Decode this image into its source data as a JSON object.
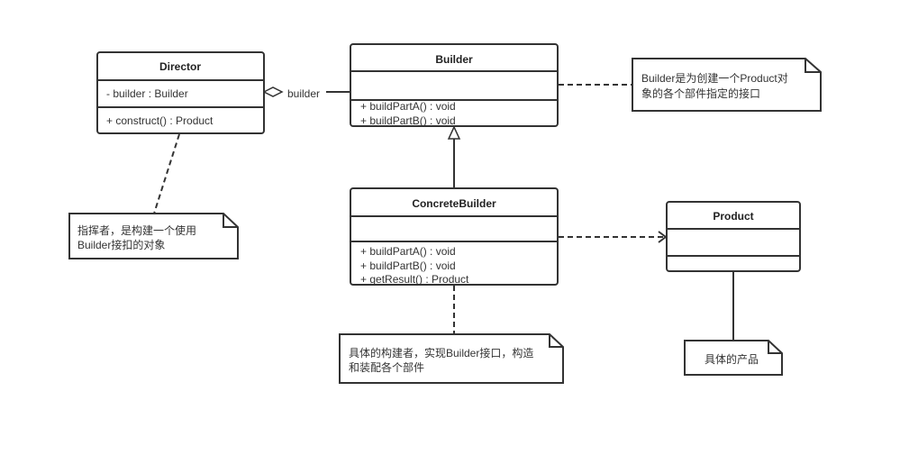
{
  "classes": {
    "director": {
      "name": "Director",
      "attributes": [
        "- builder : Builder"
      ],
      "operations": [
        "+ construct()  : Product"
      ]
    },
    "builder": {
      "name": "Builder",
      "attributes": [],
      "operations": [
        "+ buildPartA() : void",
        "+ buildPartB() : void"
      ]
    },
    "concrete_builder": {
      "name": "ConcreteBuilder",
      "attributes": [],
      "operations": [
        "+ buildPartA() : void",
        "+ buildPartB() : void",
        "+ getResult() : Product"
      ]
    },
    "product": {
      "name": "Product",
      "attributes": [],
      "operations": []
    }
  },
  "relations": {
    "aggregation_label": "builder"
  },
  "notes": {
    "builder_note": [
      "Builder是为创建一个Product对",
      "象的各个部件指定的接口"
    ],
    "director_note": [
      "指挥者，是构建一个使用",
      "Builder接扣的对象"
    ],
    "concrete_note": [
      "具体的构建者，实现Builder接口，构造",
      "和装配各个部件"
    ],
    "product_note": [
      "具体的产品"
    ]
  }
}
